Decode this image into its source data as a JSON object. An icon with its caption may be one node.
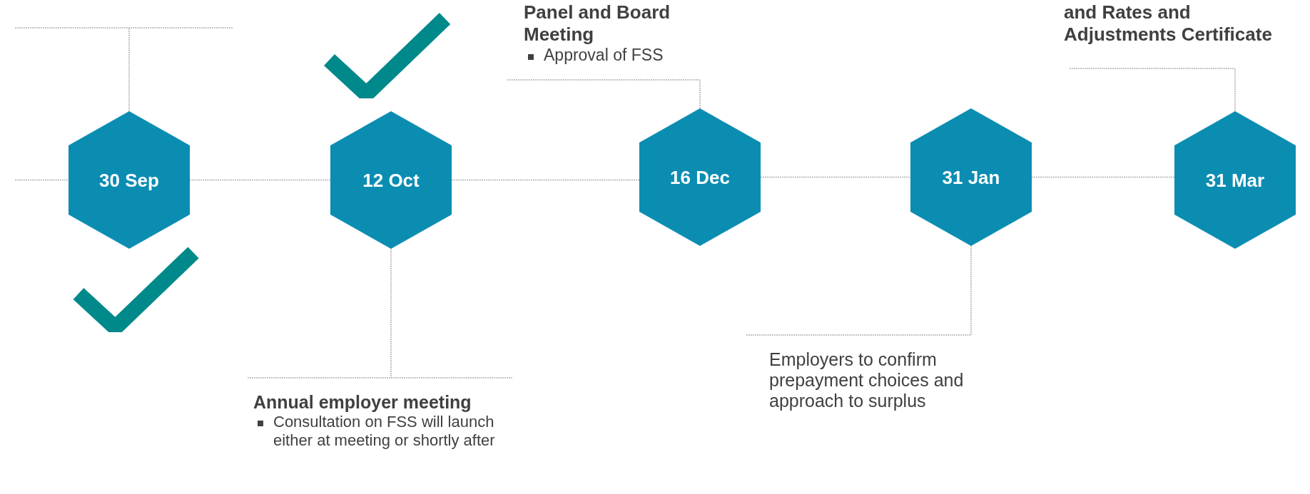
{
  "diagram": {
    "nodes": [
      {
        "text": [
          "30 Sep"
        ]
      },
      {
        "text": [
          "12 Oct"
        ]
      },
      {
        "text": [
          "16 Dec"
        ]
      },
      {
        "text": [
          "31 Jan"
        ]
      },
      {
        "text": [
          "31 Mar"
        ]
      },
      {
        "text": [
          "Panel and Board Meeting",
          "Approval of FSS"
        ]
      },
      {
        "text": [
          "and Rates and Adjustments Certificate"
        ]
      },
      {
        "text": [
          "Annual employer meeting",
          "Consultation on FSS will launch either at meeting or shortly after"
        ]
      },
      {
        "text": [
          "Employers to confirm prepayment choices and approach to surplus"
        ]
      }
    ],
    "edges": [
      {
        "from": null,
        "to": 0,
        "arrow": "none"
      },
      {
        "from": 0,
        "to": 1,
        "arrow": "none"
      },
      {
        "from": 1,
        "to": 2,
        "arrow": "none"
      },
      {
        "from": 2,
        "to": 3,
        "arrow": "none"
      },
      {
        "from": 3,
        "to": 4,
        "arrow": "none"
      },
      {
        "from": 0,
        "to": null,
        "arrow": "none"
      },
      {
        "from": 1,
        "to": 7,
        "arrow": "none"
      },
      {
        "from": 2,
        "to": 5,
        "arrow": "none"
      },
      {
        "from": 3,
        "to": 8,
        "arrow": "none"
      },
      {
        "from": 4,
        "to": 6,
        "arrow": "none"
      }
    ]
  }
}
